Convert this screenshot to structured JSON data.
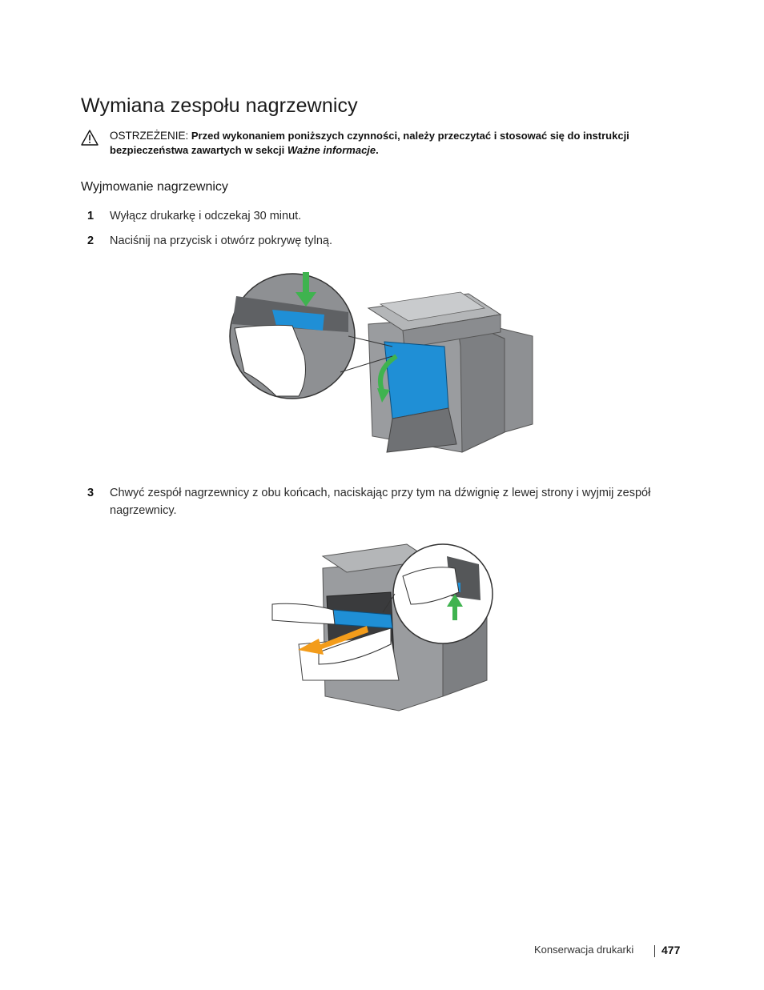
{
  "page": {
    "title": "Wymiana zespołu nagrzewnicy",
    "warning": {
      "label": "OSTRZEŻENIE:",
      "text": "Przed wykonaniem poniższych czynności, należy przeczytać i stosować się do instrukcji bezpieczeństwa zawartych w sekcji",
      "reference": "Ważne informacje",
      "end": "."
    },
    "section_heading": "Wyjmowanie nagrzewnicy",
    "steps": [
      {
        "number": "1",
        "text": "Wyłącz drukarkę i odczekaj 30 minut."
      },
      {
        "number": "2",
        "text": "Naciśnij na przycisk i otwórz pokrywę tylną."
      },
      {
        "number": "3",
        "text": "Chwyć zespół nagrzewnicy z obu końcach, naciskając przy tym na dźwignię z lewej strony i wyjmij zespół nagrzewnicy."
      }
    ]
  },
  "footer": {
    "section": "Konserwacja drukarki",
    "page_number": "477"
  },
  "colors": {
    "accent_blue": "#1f8fd6",
    "arrow_green": "#3fb34f",
    "arrow_orange": "#f39c1a",
    "printer_gray": "#8a8c8f"
  },
  "icons": [
    "warning-icon"
  ]
}
